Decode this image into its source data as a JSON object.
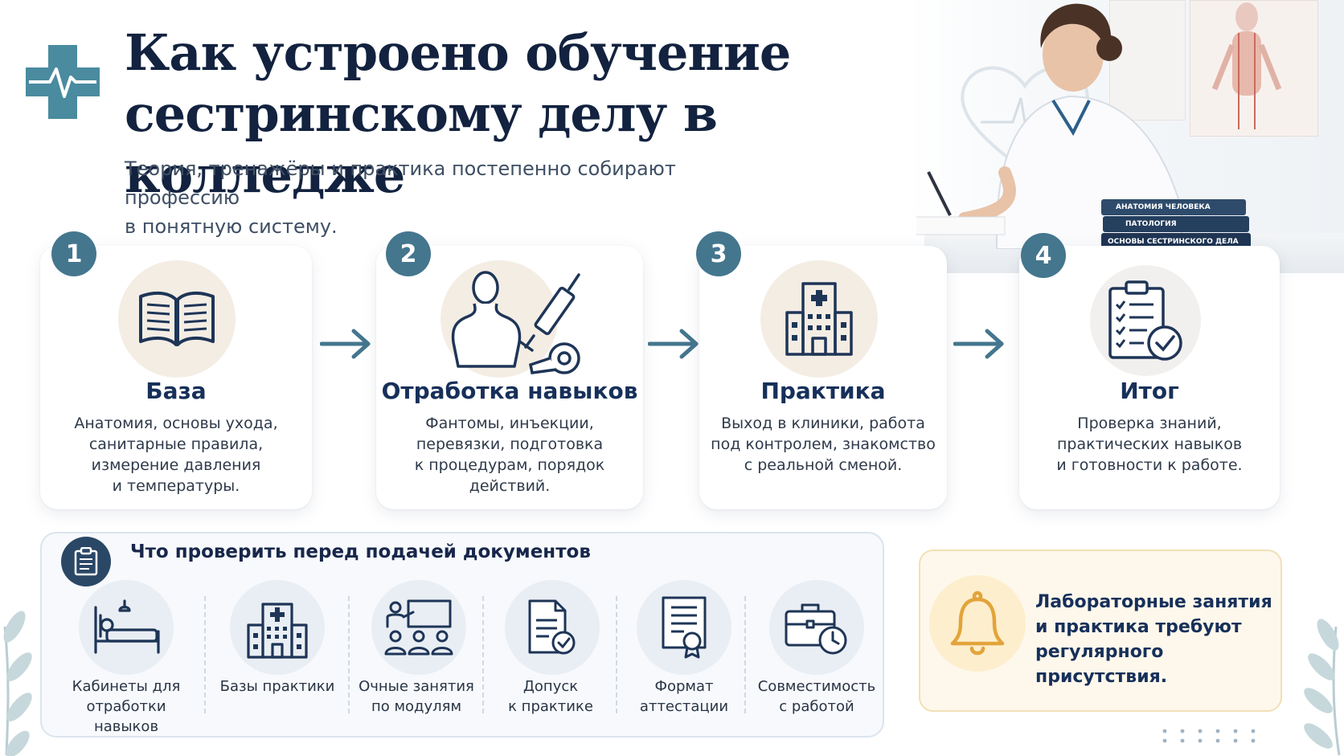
{
  "header": {
    "title_line1": "Как устроено обучение",
    "title_line2": "сестринскому делу в колледже",
    "subtitle_line1": "Теория, тренажёры и практика постепенно собирают профессию",
    "subtitle_line2": "в понятную систему."
  },
  "hero": {
    "books": [
      "АНАТОМИЯ ЧЕЛОВЕКА",
      "ПАТОЛОГИЯ",
      "ОСНОВЫ СЕСТРИНСКОГО ДЕЛА"
    ]
  },
  "steps": [
    {
      "number": "1",
      "title": "База",
      "icon": "open-book-icon",
      "lines": [
        "Анатомия, основы ухода,",
        "санитарные правила,",
        "измерение давления",
        "и температуры."
      ]
    },
    {
      "number": "2",
      "title": "Отработка навыков",
      "icon": "mannequin-syringe-icon",
      "lines": [
        "Фантомы, инъекции,",
        "перевязки, подготовка",
        "к процедурам, порядок",
        "действий."
      ]
    },
    {
      "number": "3",
      "title": "Практика",
      "icon": "hospital-icon",
      "lines": [
        "Выход в клиники, работа",
        "под контролем, знакомство",
        "с реальной сменой."
      ]
    },
    {
      "number": "4",
      "title": "Итог",
      "icon": "clipboard-check-icon",
      "lines": [
        "Проверка знаний,",
        "практических навыков",
        "и готовности к работе."
      ]
    }
  ],
  "checklist": {
    "title": "Что проверить перед подачей документов",
    "items": [
      {
        "icon": "hospital-bed-icon",
        "line1": "Кабинеты для",
        "line2": "отработки навыков"
      },
      {
        "icon": "hospital-building-icon",
        "line1": "Базы практики",
        "line2": ""
      },
      {
        "icon": "classroom-icon",
        "line1": "Очные занятия",
        "line2": "по модулям"
      },
      {
        "icon": "document-check-icon",
        "line1": "Допуск",
        "line2": "к практике"
      },
      {
        "icon": "certificate-icon",
        "line1": "Формат",
        "line2": "аттестации"
      },
      {
        "icon": "briefcase-clock-icon",
        "line1": "Совместимость",
        "line2": "с работой"
      }
    ]
  },
  "note": {
    "icon": "bell-icon",
    "lines": [
      "Лабораторные занятия",
      "и практика требуют",
      "регулярного присутствия."
    ]
  },
  "colors": {
    "accent": "#44768e",
    "navy": "#17305a",
    "bell": "#e2a43a"
  }
}
